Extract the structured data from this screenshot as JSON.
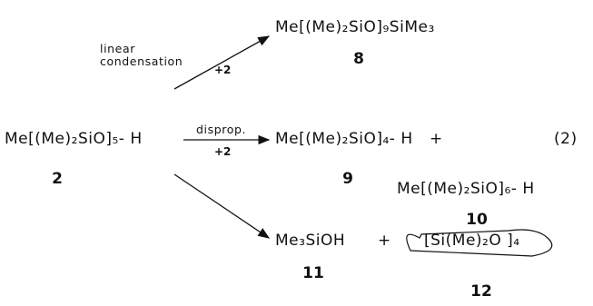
{
  "compounds": {
    "c2": {
      "formula": "Me[(Me)₂SiO]₅- H",
      "label": "2"
    },
    "c8": {
      "formula": "Me[(Me)₂SiO]₉SiMe₃",
      "label": "8"
    },
    "c9": {
      "formula": "Me[(Me)₂SiO]₄- H",
      "label": "9"
    },
    "c10": {
      "formula": "Me[(Me)₂SiO]₆- H",
      "label": "10"
    },
    "c11": {
      "formula": "Me₃SiOH",
      "label": "11"
    },
    "c12": {
      "formula": "[Si(Me)₂O ]₄",
      "label": "12"
    }
  },
  "arrows": {
    "upper": {
      "text_line1": "linear",
      "text_line2": "condensation",
      "reagent": "+2"
    },
    "middle": {
      "text": "disprop.",
      "reagent": "+2"
    }
  },
  "plus_signs": {
    "after_9": "+",
    "after_11": "+"
  },
  "equation_number": "(2)"
}
